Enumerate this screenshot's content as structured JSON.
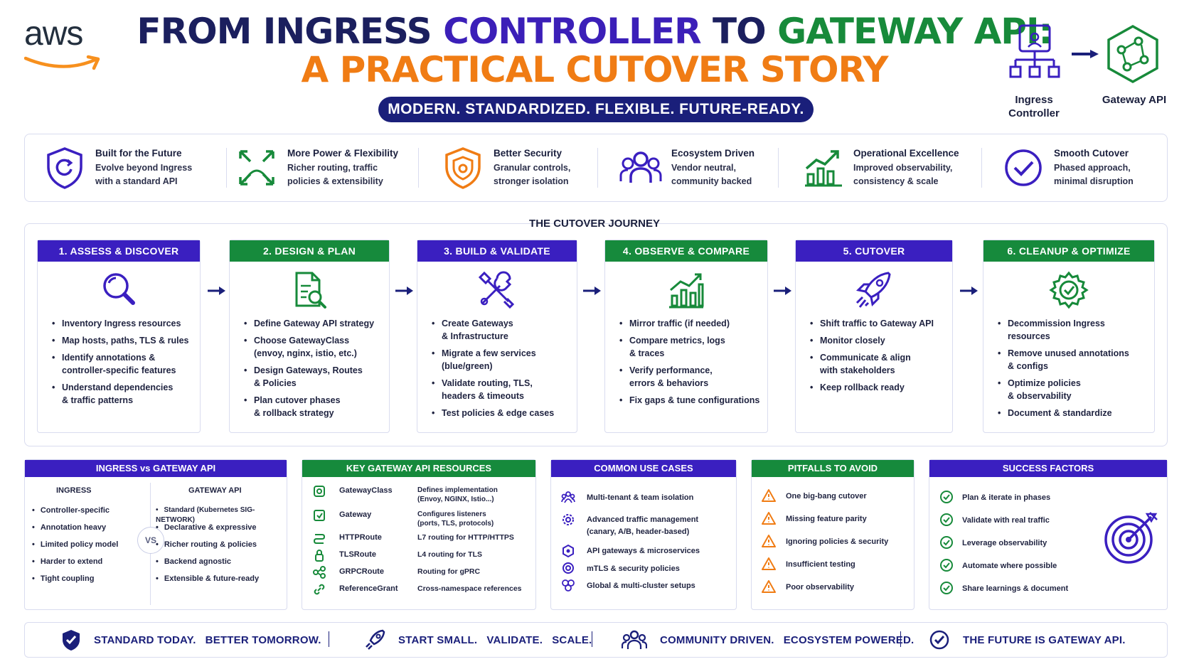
{
  "header": {
    "logo_text": "aws",
    "title_line1_part1": "FROM INGRESS ",
    "title_line1_part2": "CONTROLLER",
    "title_line1_part3": " TO ",
    "title_line1_part4": "GATEWAY API:",
    "title_line2": "A PRACTICAL CUTOVER STORY",
    "tagline": "MODERN.  STANDARDIZED.  FLEXIBLE.  FUTURE-READY.",
    "from_label_1": "Ingress",
    "from_label_2": "Controller",
    "to_label": "Gateway API"
  },
  "benefits": [
    {
      "icon": "shield-icon",
      "title": "Built for the Future",
      "line1": "Evolve beyond Ingress",
      "line2": "with a standard API"
    },
    {
      "icon": "expand-arrows-icon",
      "title": "More Power & Flexibility",
      "line1": "Richer routing, traffic",
      "line2": "policies & extensibility"
    },
    {
      "icon": "security-shield-icon",
      "title": "Better Security",
      "line1": "Granular controls,",
      "line2": "stronger isolation"
    },
    {
      "icon": "people-icon",
      "title": "Ecosystem Driven",
      "line1": "Vendor neutral,",
      "line2": "community backed"
    },
    {
      "icon": "growth-chart-icon",
      "title": "Operational Excellence",
      "line1": "Improved observability,",
      "line2": "consistency & scale"
    },
    {
      "icon": "check-circle-icon",
      "title": "Smooth Cutover",
      "line1": "Phased approach,",
      "line2": "minimal disruption"
    }
  ],
  "journey": {
    "title": "THE CUTOVER JOURNEY",
    "steps": [
      {
        "title": "1. ASSESS & DISCOVER",
        "icon": "magnifier-icon",
        "items": [
          "Inventory Ingress resources",
          "Map hosts, paths, TLS & rules",
          "Identify annotations &\ncontroller-specific features",
          "Understand dependencies\n& traffic patterns"
        ]
      },
      {
        "title": "2. DESIGN & PLAN",
        "icon": "document-search-icon",
        "items": [
          "Define Gateway API strategy",
          "Choose GatewayClass\n(envoy, nginx, istio, etc.)",
          "Design Gateways, Routes\n& Policies",
          "Plan cutover phases\n& rollback strategy"
        ]
      },
      {
        "title": "3. BUILD & VALIDATE",
        "icon": "tools-icon",
        "items": [
          "Create Gateways\n& Infrastructure",
          "Migrate a few services\n(blue/green)",
          "Validate routing, TLS,\nheaders & timeouts",
          "Test policies & edge cases"
        ]
      },
      {
        "title": "4. OBSERVE & COMPARE",
        "icon": "bar-chart-icon",
        "items": [
          "Mirror traffic (if needed)",
          "Compare metrics, logs\n& traces",
          "Verify performance,\nerrors & behaviors",
          "Fix gaps & tune configurations"
        ]
      },
      {
        "title": "5. CUTOVER",
        "icon": "rocket-icon",
        "items": [
          "Shift traffic to Gateway API",
          "Monitor closely",
          "Communicate & align\nwith stakeholders",
          "Keep rollback ready"
        ]
      },
      {
        "title": "6. CLEANUP & OPTIMIZE",
        "icon": "gear-check-icon",
        "items": [
          "Decommission Ingress\nresources",
          "Remove unused annotations\n& configs",
          "Optimize policies\n& observability",
          "Document & standardize"
        ]
      }
    ]
  },
  "compare": {
    "title": "INGRESS vs GATEWAY API",
    "left_title": "INGRESS",
    "right_title": "GATEWAY API",
    "vs": "VS",
    "left_items": [
      "Controller-specific",
      "Annotation heavy",
      "Limited policy model",
      "Harder to extend",
      "Tight coupling"
    ],
    "right_items": [
      "Standard (Kubernetes SIG-NETWORK)",
      "Declarative & expressive",
      "Richer routing & policies",
      "Backend agnostic",
      "Extensible & future-ready"
    ]
  },
  "resources": {
    "title": "KEY GATEWAY API RESOURCES",
    "items": [
      {
        "name": "GatewayClass",
        "desc": "Defines implementation\n(Envoy, NGINX, Istio...)"
      },
      {
        "name": "Gateway",
        "desc": "Configures listeners\n(ports, TLS, protocols)"
      },
      {
        "name": "HTTPRoute",
        "desc": "L7 routing for HTTP/HTTPS"
      },
      {
        "name": "TLSRoute",
        "desc": "L4 routing for TLS"
      },
      {
        "name": "GRPCRoute",
        "desc": "Routing for gPRC"
      },
      {
        "name": "ReferenceGrant",
        "desc": "Cross-namespace references"
      }
    ]
  },
  "use_cases": {
    "title": "COMMON USE CASES",
    "items": [
      "Multi-tenant & team isolation",
      "Advanced traffic management\n(canary, A/B, header-based)",
      "API gateways & microservices",
      "mTLS & security policies",
      "Global & multi-cluster setups"
    ]
  },
  "pitfalls": {
    "title": "PITFALLS TO AVOID",
    "items": [
      "One big-bang cutover",
      "Missing feature parity",
      "Ignoring policies & security",
      "Insufficient testing",
      "Poor observability"
    ]
  },
  "success": {
    "title": "SUCCESS FACTORS",
    "items": [
      "Plan & iterate in phases",
      "Validate with real traffic",
      "Leverage observability",
      "Automate where possible",
      "Share learnings & document"
    ]
  },
  "footer": {
    "items": [
      "STANDARD TODAY.   BETTER TOMORROW.",
      "START SMALL.   VALIDATE.   SCALE.",
      "COMMUNITY DRIVEN.   ECOSYSTEM POWERED.",
      "THE FUTURE IS GATEWAY API."
    ]
  },
  "colors": {
    "indigo": "#3a1fc0",
    "green": "#168a3c",
    "orange": "#f07c14",
    "navy": "#1a1f7a"
  }
}
